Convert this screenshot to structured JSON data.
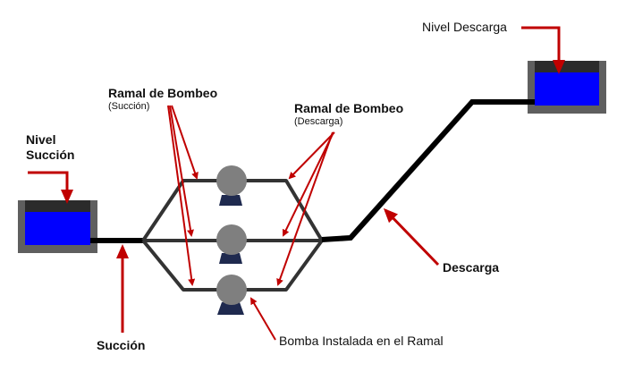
{
  "labels": {
    "nivel_succion_line1": "Nivel",
    "nivel_succion_line2": "Succión",
    "ramal_succion_title": "Ramal de Bombeo",
    "ramal_succion_sub": "(Succión)",
    "ramal_descarga_title": "Ramal de Bombeo",
    "ramal_descarga_sub": "(Descarga)",
    "nivel_descarga": "Nivel Descarga",
    "descarga": "Descarga",
    "succion": "Succión",
    "bomba": "Bomba Instalada en el Ramal"
  },
  "colors": {
    "water": "#0000ff",
    "tank_wall": "#5f5f5f",
    "tank_top": "#2b2b2b",
    "pipe": "#000000",
    "branch": "#333333",
    "pump_body": "#7f7f7f",
    "pump_base": "#1f2a4f",
    "arrow": "#c00000"
  },
  "pumps_count": 3
}
